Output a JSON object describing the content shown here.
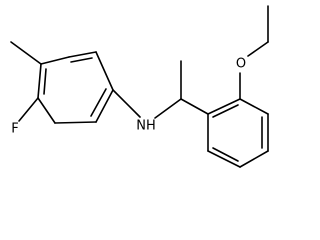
{
  "atom_labels": {
    "fluorine": "F",
    "amine": "NH",
    "oxygen": "O"
  }
}
